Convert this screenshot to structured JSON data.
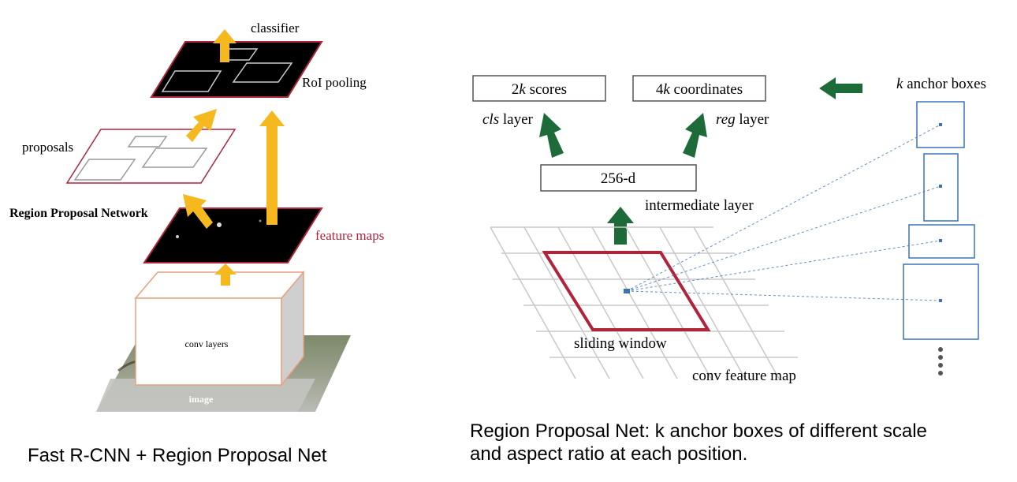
{
  "left": {
    "classifier": "classifier",
    "roi_pooling": "RoI pooling",
    "proposals": "proposals",
    "rpn": "Region Proposal Network",
    "feature_maps": "feature maps",
    "conv_layers": "conv layers",
    "image": "image",
    "caption": "Fast R-CNN + Region Proposal Net"
  },
  "right": {
    "scores_prefix": "2",
    "scores_k": "k",
    "scores_suffix": " scores",
    "coords_prefix": "4",
    "coords_k": "k",
    "coords_suffix": " coordinates",
    "cls_italic": "cls",
    "cls_rest": " layer",
    "reg_italic": "reg",
    "reg_rest": " layer",
    "intermediate_box": "256-d",
    "intermediate_label": "intermediate layer",
    "sliding_window": "sliding window",
    "conv_feature_map": "conv feature map",
    "anchor_k": "k",
    "anchor_rest": " anchor boxes",
    "caption_line1": "Region Proposal Net: k anchor boxes of different scale",
    "caption_line2": "and aspect ratio at each position."
  },
  "colors": {
    "arrow_yellow": "#f5b91f",
    "arrow_green": "#1e6b3a",
    "red": "#b0243a",
    "anchor_blue": "#3b73b9"
  }
}
